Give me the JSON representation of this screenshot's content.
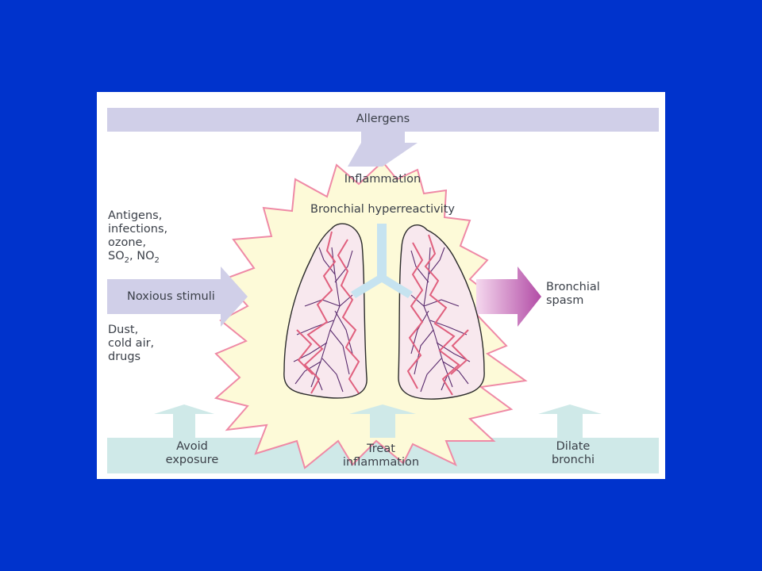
{
  "diagram": {
    "top_bar": {
      "label": "Allergens",
      "color": "#d0cfe8"
    },
    "burst": {
      "line1": "Inflammation",
      "line2": "Bronchial hyperreactivity",
      "fill": "#fdfad8",
      "stroke": "#ef8aa6"
    },
    "left_group": {
      "top_lines": [
        "Antigens,",
        "infections,",
        "ozone,"
      ],
      "gas_line": {
        "a": "SO",
        "a_sub": "2",
        "sep": ", NO",
        "b_sub": "2"
      },
      "arrow_label": "Noxious stimuli",
      "bottom_lines": [
        "Dust,",
        "cold air,",
        "drugs"
      ],
      "arrow_color": "#d0cfe8"
    },
    "right_group": {
      "arrow_color": "#b24ca6",
      "lines": [
        "Bronchial",
        "spasm"
      ]
    },
    "bottom_bar": {
      "color": "#cfe9e8",
      "items": [
        {
          "lines": [
            "Avoid",
            "exposure"
          ]
        },
        {
          "lines": [
            "Treat",
            "inflammation"
          ]
        },
        {
          "lines": [
            "Dilate",
            "bronchi"
          ]
        }
      ]
    },
    "colors": {
      "text": "#3a3f48",
      "trachea": "#c6e3f0",
      "bronchi": "#5a2c6e",
      "vessels": "#e0607e",
      "lung_fill": "#f8e8ee"
    }
  }
}
